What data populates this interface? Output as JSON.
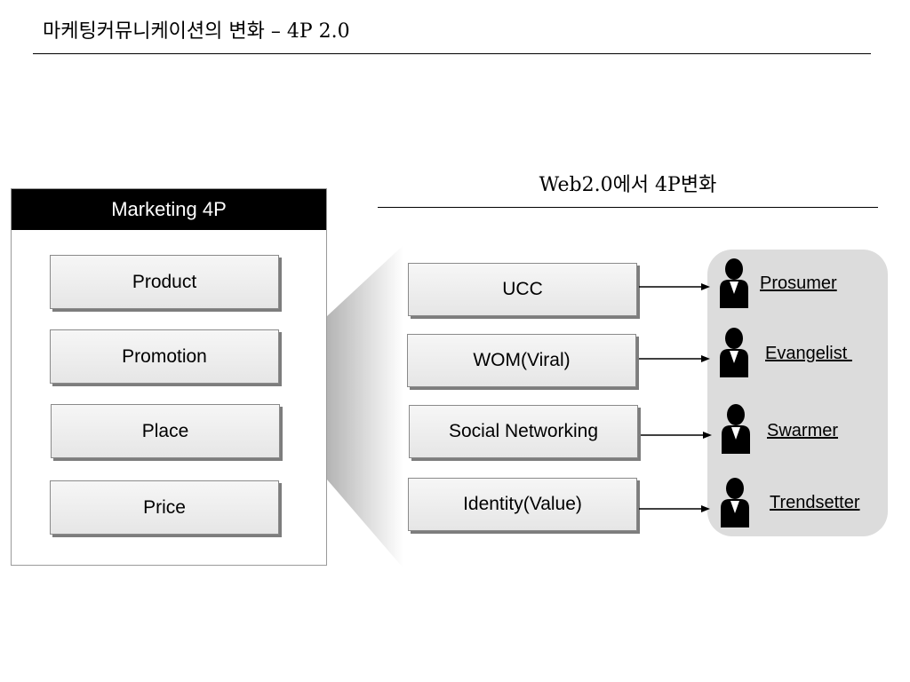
{
  "slide": {
    "title": "마케팅커뮤니케이션의 변화 – 4P 2.0"
  },
  "left_panel": {
    "header": "Marketing 4P",
    "items": [
      "Product",
      "Promotion",
      "Place",
      "Price"
    ]
  },
  "right_section": {
    "title": "Web2.0에서 4P변화",
    "items": [
      "UCC",
      "WOM(Viral)",
      "Social Networking",
      "Identity(Value)"
    ],
    "roles": [
      "Prosumer",
      "Evangelist ",
      "Swarmer",
      "Trendsetter"
    ]
  },
  "colors": {
    "header_bg": "#000000",
    "box_fill": "#eeeeee",
    "role_panel": "#dcdcdc"
  },
  "icons": [
    "person-icon"
  ]
}
